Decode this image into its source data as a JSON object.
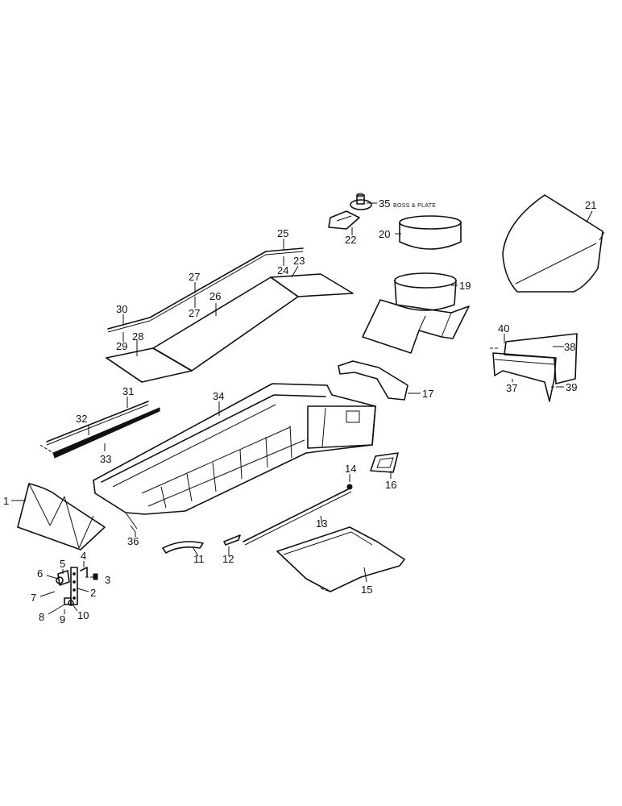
{
  "diagram": {
    "labels": {
      "p1": "1",
      "p2": "2",
      "p3": "3",
      "p4": "4",
      "p5": "5",
      "p6": "6",
      "p7": "7",
      "p8": "8",
      "p9": "9",
      "p10": "10",
      "p11": "11",
      "p12": "12",
      "p13": "13",
      "p14": "14",
      "p15": "15",
      "p16": "16",
      "p17": "17",
      "p19": "19",
      "p20": "20",
      "p21": "21",
      "p22": "22",
      "p23": "23",
      "p24": "24",
      "p25": "25",
      "p26": "26",
      "p27a": "27",
      "p27b": "27",
      "p28": "28",
      "p29": "29",
      "p30": "30",
      "p31": "31",
      "p32": "32",
      "p33": "33",
      "p34": "34",
      "p35": "35",
      "p36": "36",
      "p37": "37",
      "p38": "38",
      "p39": "39",
      "p40": "40"
    },
    "annotation_35": "BOSS & PLATE"
  }
}
